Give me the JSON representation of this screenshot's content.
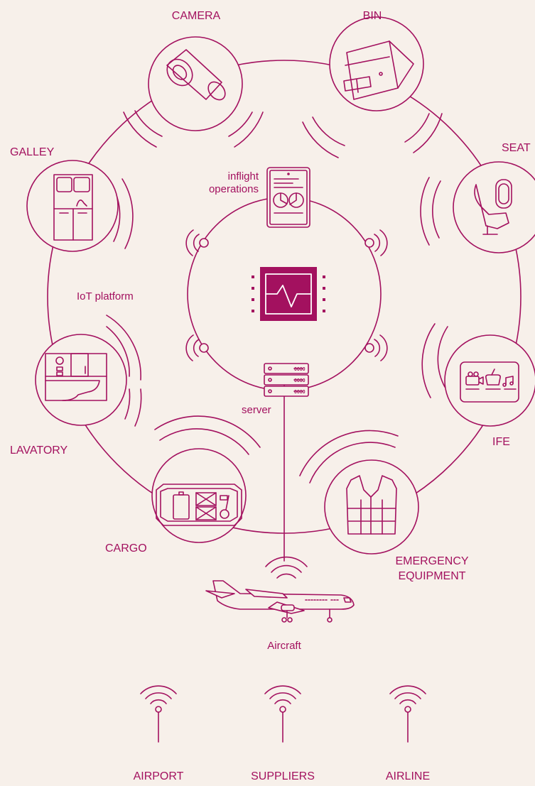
{
  "colors": {
    "accent": "#a3115f",
    "background": "#f7f0ea",
    "icon_fill": "#ffffff"
  },
  "labels": {
    "camera": "CAMERA",
    "bin": "BIN",
    "seat": "SEAT",
    "galley": "GALLEY",
    "ife": "IFE",
    "lavatory": "LAVATORY",
    "cargo": "CARGO",
    "emergency_line1": "EMERGENCY",
    "emergency_line2": "EQUIPMENT",
    "inflight_line1": "inflight",
    "inflight_line2": "operations",
    "iot_platform": "IoT platform",
    "server": "server",
    "aircraft": "Aircraft",
    "airport": "AIRPORT",
    "suppliers": "SUPPLIERS",
    "airline": "AIRLINE"
  },
  "icons": [
    "camera-icon",
    "bin-icon",
    "seat-icon",
    "galley-icon",
    "ife-icon",
    "lavatory-icon",
    "cargo-icon",
    "emergency-vest-icon",
    "tablet-icon",
    "chip-icon",
    "server-icon",
    "aircraft-icon",
    "antenna-icon"
  ]
}
